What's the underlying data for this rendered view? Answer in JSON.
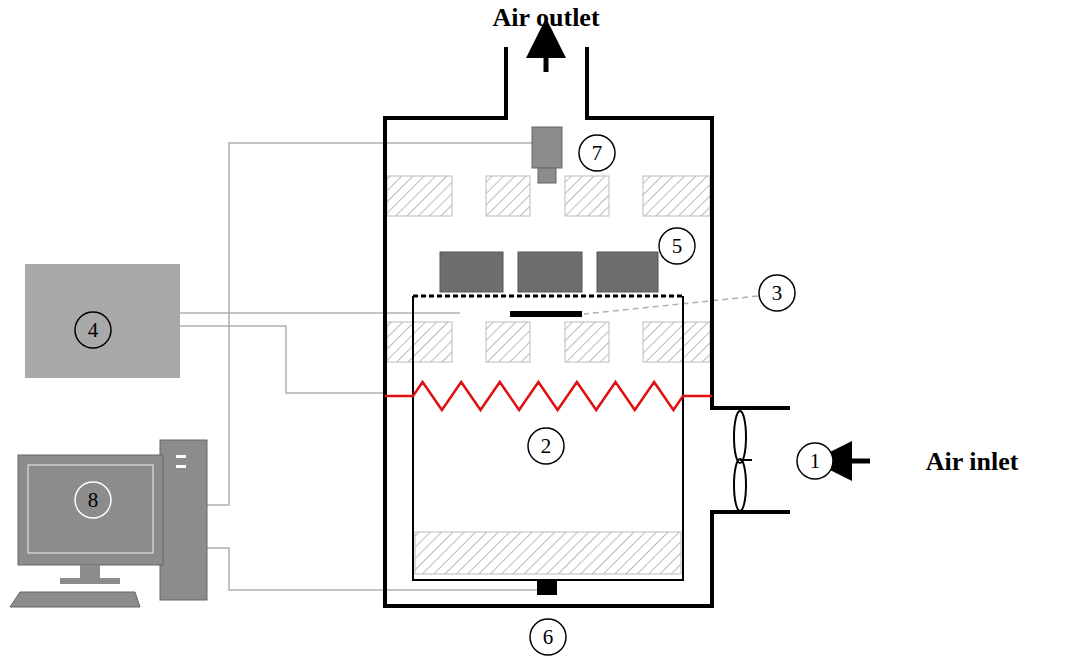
{
  "diagram": {
    "labels": [
      "Air outlet",
      "7",
      "5",
      "3",
      "4",
      "2",
      "1",
      "Air inlet",
      "8",
      "6"
    ]
  }
}
